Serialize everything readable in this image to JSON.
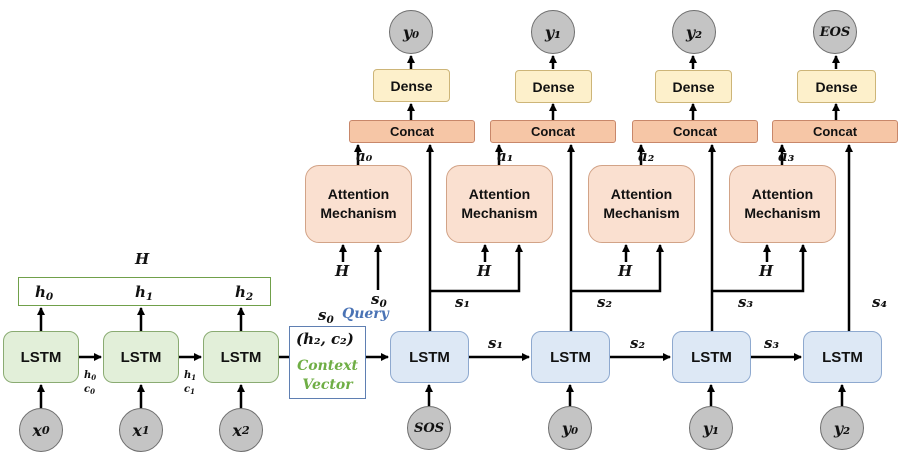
{
  "encoder": {
    "lstm_label": "LSTM",
    "inputs": [
      "x",
      "x",
      "x"
    ],
    "input_subs": [
      "0",
      "1",
      "2"
    ],
    "hidden": [
      "h",
      "h",
      "h"
    ],
    "hidden_subs": [
      "0",
      "1",
      "2"
    ],
    "H_label": "H",
    "state_h": [
      "h",
      "h"
    ],
    "state_h_subs": [
      "0",
      "1"
    ],
    "state_c": [
      "c",
      "c"
    ],
    "state_c_subs": [
      "0",
      "1"
    ]
  },
  "context": {
    "value": "(h₂, c₂)",
    "line1": "Context",
    "line2": "Vector",
    "s0_top": "s",
    "s0_top_sub": "0",
    "s0_query": "s",
    "s0_query_sub": "0",
    "query_label": "Query"
  },
  "decoder": {
    "lstm_label": "LSTM",
    "attention_label_1": "Attention",
    "attention_label_2": "Mechanism",
    "concat_label": "Concat",
    "dense_label": "Dense",
    "inputs": [
      "SOS",
      "y₀",
      "y₁",
      "y₂"
    ],
    "outputs": [
      "y₀",
      "y₁",
      "y₂",
      "EOS"
    ],
    "attn_outputs": [
      "a₀",
      "a₁",
      "a₂",
      "a₃"
    ],
    "H_label": "H",
    "queries": [
      "s₁",
      "s₂",
      "s₃"
    ],
    "flow_states": [
      "s₁",
      "s₂",
      "s₃"
    ],
    "last_state": "s₄"
  },
  "colors": {
    "encoder_fill": "#e2efd9",
    "decoder_fill": "#dde8f5",
    "attention_fill": "#fae0d0",
    "concat_fill": "#f6c6a6",
    "dense_fill": "#fdf0cb",
    "node_fill": "#c4c4c4",
    "query_text": "#4a73b5",
    "context_text": "#6fae45"
  }
}
